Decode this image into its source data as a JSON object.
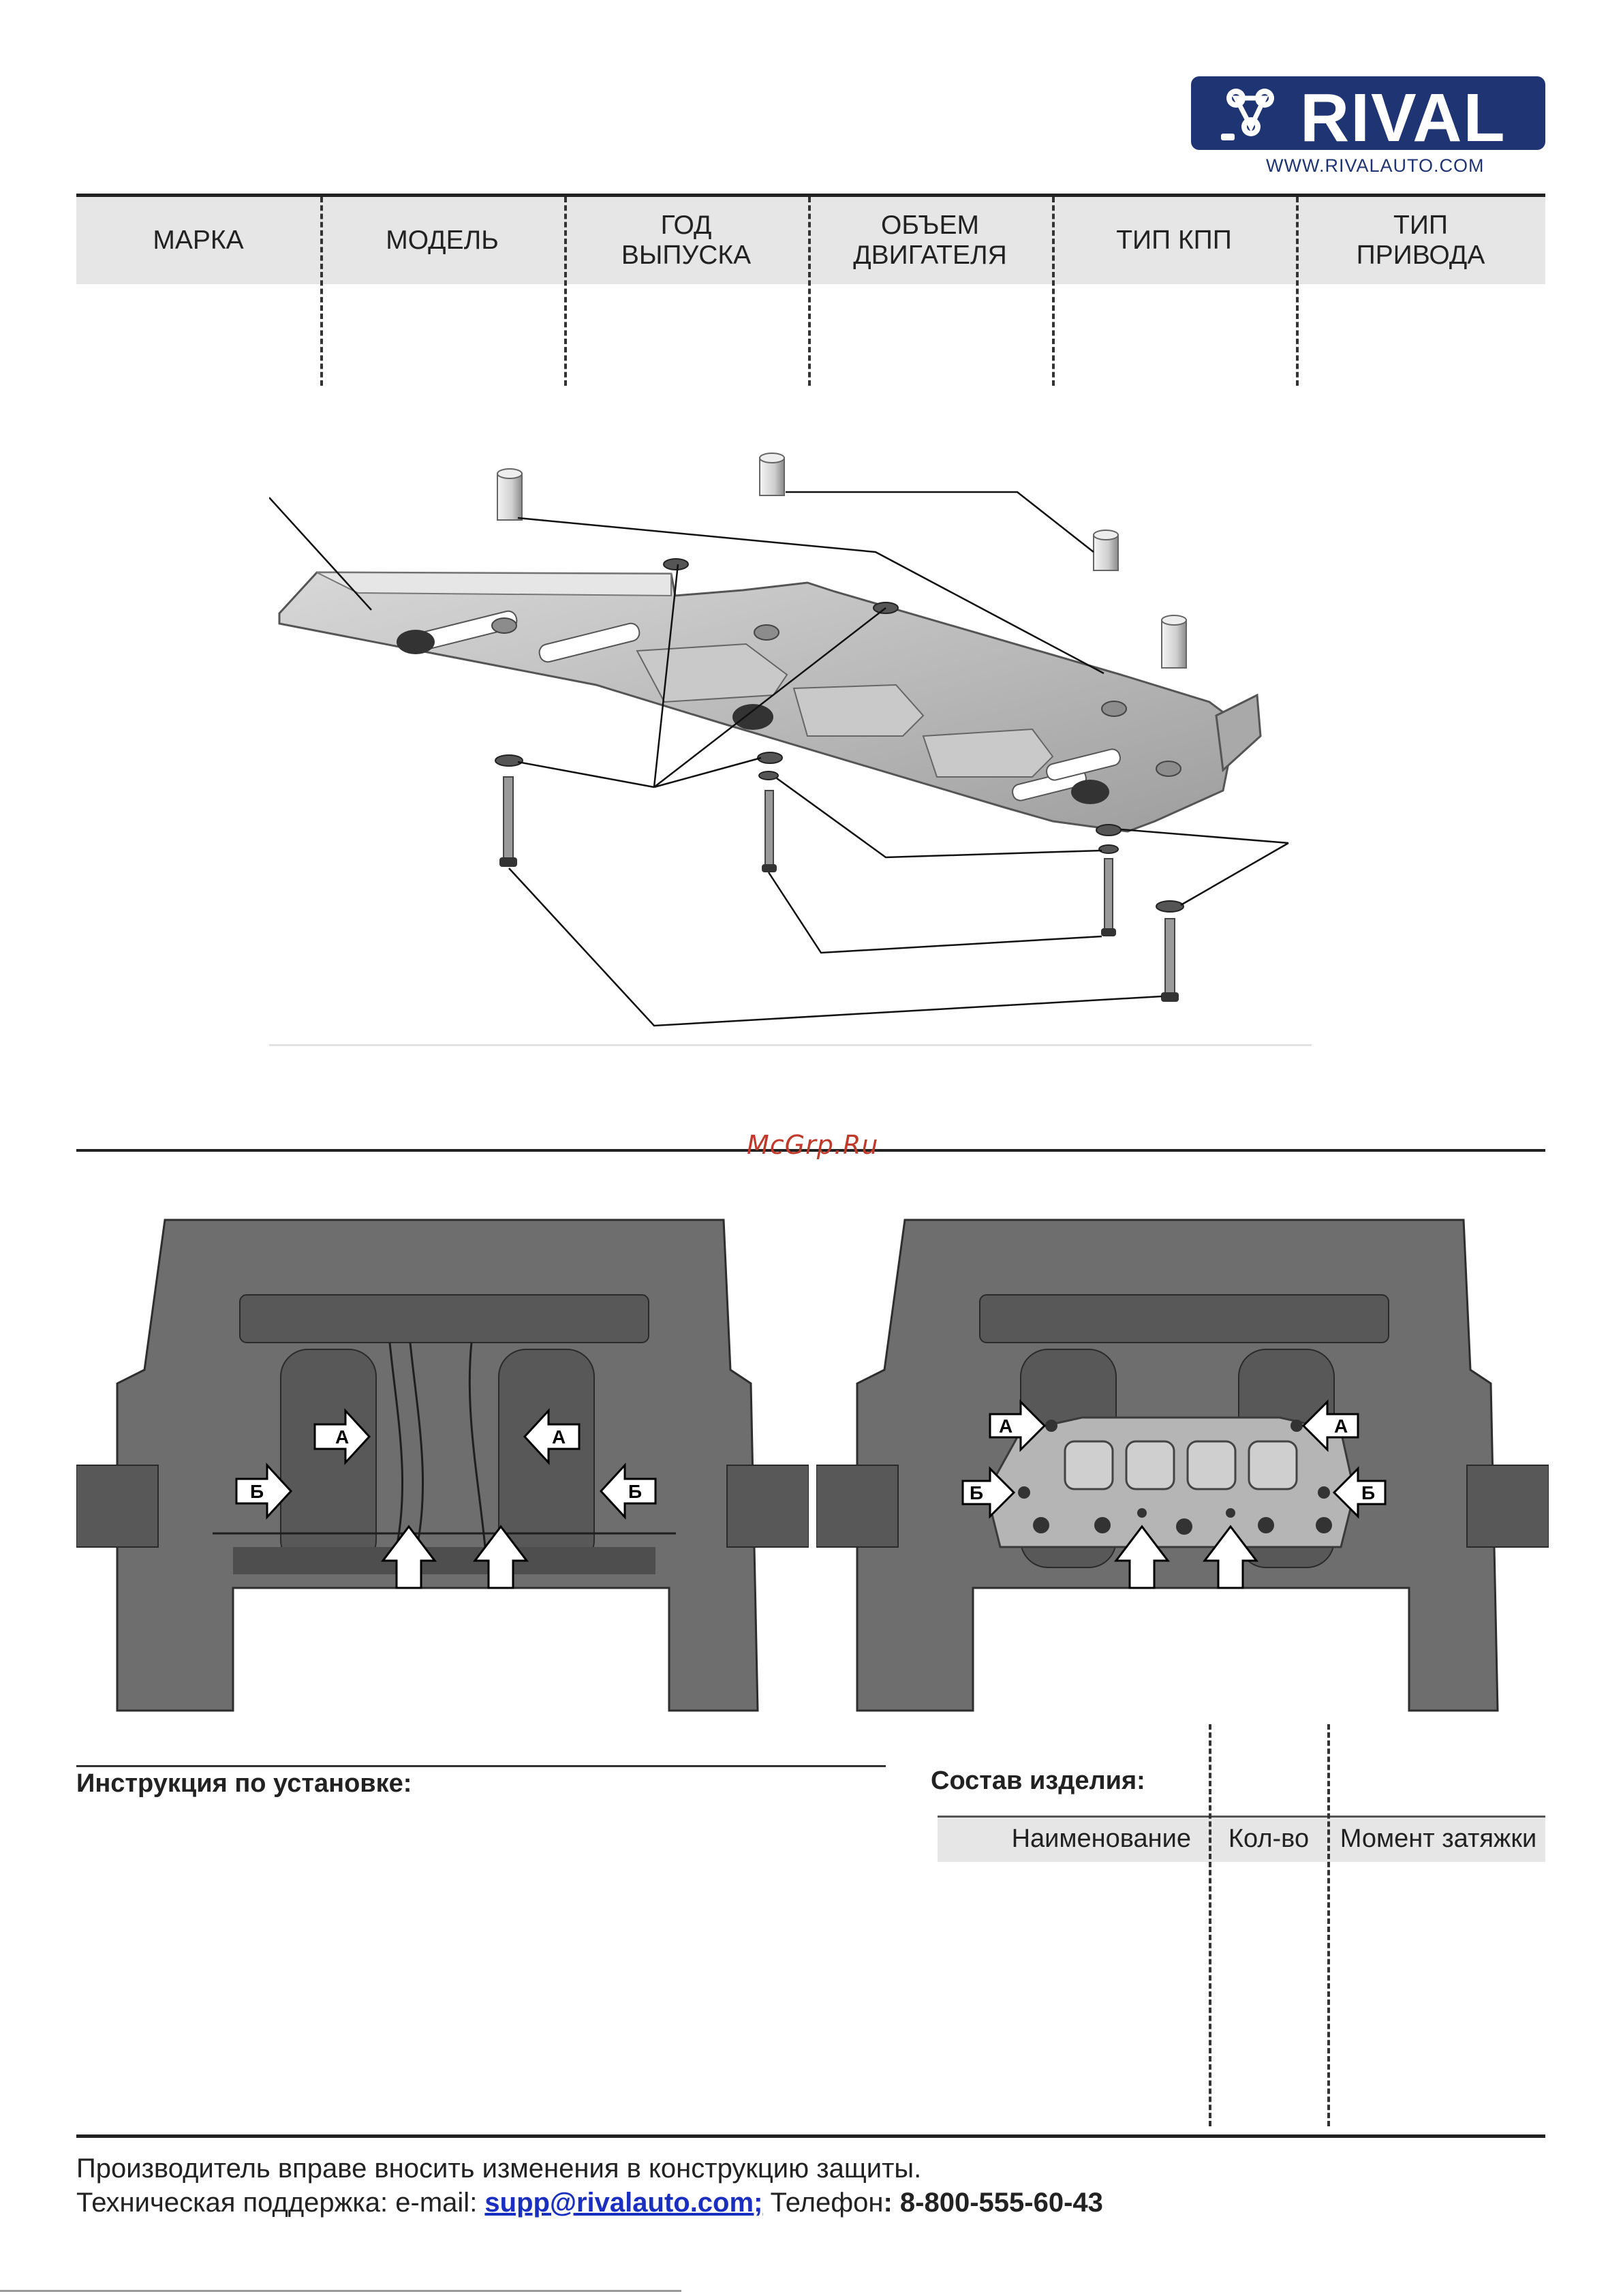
{
  "brand": {
    "logo_text": "RIVAL",
    "url": "WWW.RIVALAUTO.COM",
    "color": "#1f3472"
  },
  "spec_table": {
    "headers": [
      [
        "МАРКА"
      ],
      [
        "МОДЕЛЬ"
      ],
      [
        "ГОД",
        "ВЫПУСКА"
      ],
      [
        "ОБЪЕМ",
        "ДВИГАТЕЛЯ"
      ],
      [
        "ТИП КПП"
      ],
      [
        "ТИП",
        "ПРИВОДА"
      ]
    ]
  },
  "watermark": "McGrp.Ru",
  "photos": {
    "left_labels": [
      "А",
      "А",
      "Б",
      "Б"
    ],
    "right_labels": [
      "А",
      "А",
      "Б",
      "Б"
    ]
  },
  "instructions": {
    "title": "Инструкция по установке:"
  },
  "composition": {
    "title": "Состав изделия:",
    "columns": [
      "Наименование",
      "Кол-во",
      "Момент затяжки"
    ]
  },
  "footer": {
    "line1": "Производитель вправе вносить изменения в конструкцию защиты.",
    "support_prefix": "Техническая поддержка:  e-mail: ",
    "email": "supp@rivalauto.com",
    "email_suffix": ";",
    "phone_prefix": " Телефон",
    "phone": ": 8-800-555-60-43"
  },
  "colors": {
    "header_fill": "#e6e6e6",
    "plate": "#b9b9b9",
    "chassis": "#6c6c6c",
    "link": "#1a2fbf",
    "watermark": "#c0392b"
  }
}
